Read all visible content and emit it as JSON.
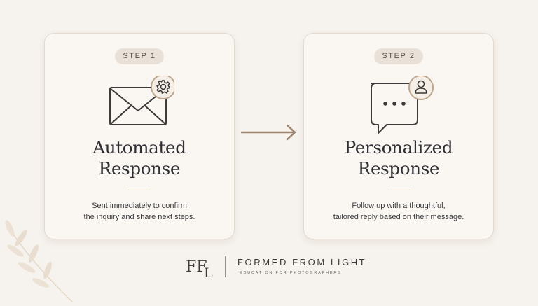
{
  "steps": [
    {
      "badge": "STEP 1",
      "title_line1": "Automated",
      "title_line2": "Response",
      "desc_line1": "Sent immediately to confirm",
      "desc_line2": "the inquiry and share next steps.",
      "icon": "envelope-with-gear-icon"
    },
    {
      "badge": "STEP 2",
      "title_line1": "Personalized",
      "title_line2": "Response",
      "desc_line1": "Follow up with a thoughtful,",
      "desc_line2": "tailored reply based on their message.",
      "icon": "chat-bubble-with-person-icon"
    }
  ],
  "connector": "arrow-right-icon",
  "brand": {
    "monogram": "FFL",
    "name": "FORMED FROM LIGHT",
    "tagline": "EDUCATION FOR PHOTOGRAPHERS"
  },
  "colors": {
    "background": "#f6f2ed",
    "card": "#faf7f3",
    "badge": "#e9e1d8",
    "accent_tan": "#a08c78",
    "text_dark": "#2f2f33"
  }
}
